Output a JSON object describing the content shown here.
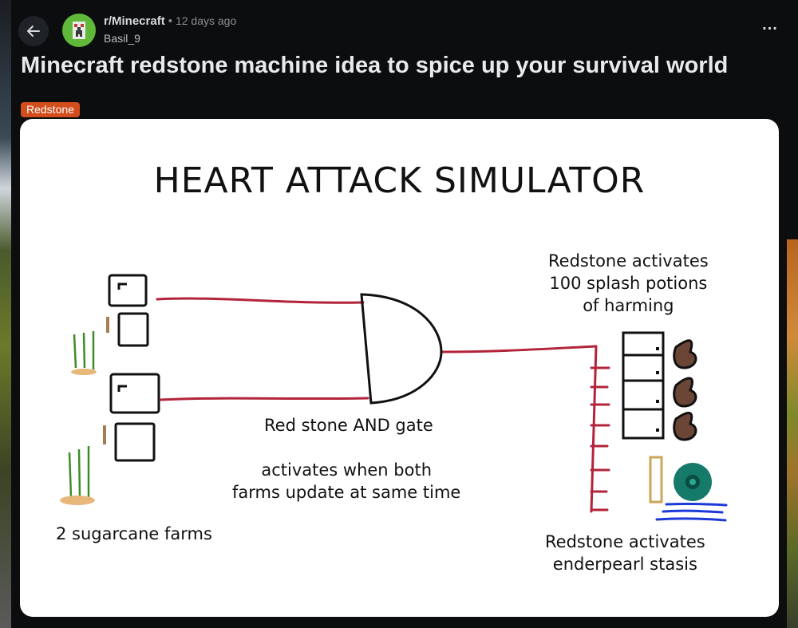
{
  "header": {
    "subreddit": "r/Minecraft",
    "separator": "•",
    "time_ago": "12 days ago",
    "author": "Basil_9",
    "more_label": "..."
  },
  "post": {
    "title": "Minecraft redstone machine idea to spice up your survival world",
    "flair": "Redstone",
    "flair_color": "#d44d1c"
  },
  "diagram": {
    "heading": "HEART ATTACK SIMULATOR",
    "label_potions": "Redstone activates\n100 splash potions\nof harming",
    "label_gate": "Red stone AND gate",
    "label_condition": "activates when both\nfarms update at same time",
    "label_farms": "2 sugarcane farms",
    "label_stasis": "Redstone activates\nenderpearl stasis",
    "wire_color": "#b3243a"
  },
  "icons": [
    "back-arrow-icon",
    "creeper-avatar-icon",
    "more-options-icon"
  ]
}
